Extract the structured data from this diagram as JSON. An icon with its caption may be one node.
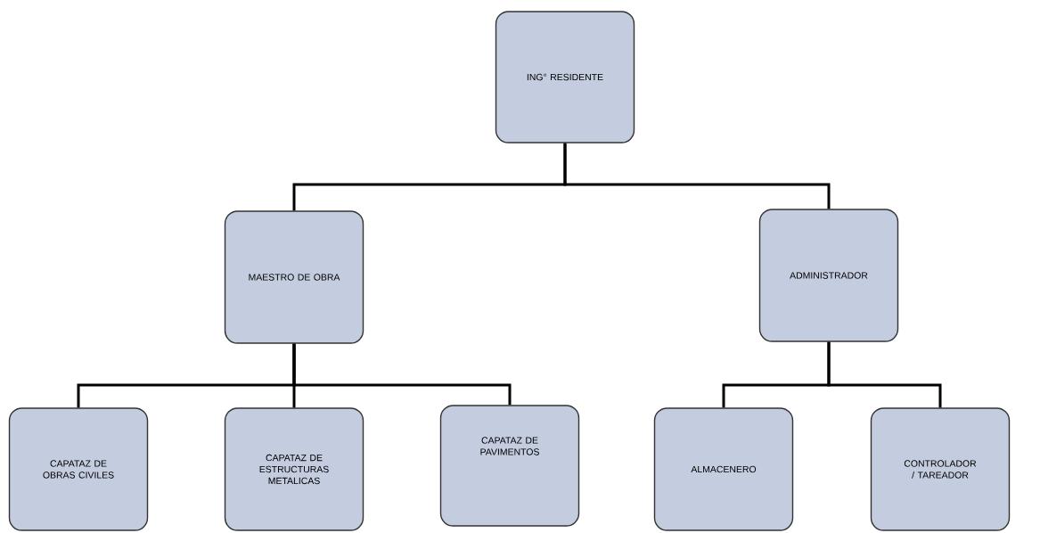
{
  "diagram": {
    "nodes": [
      {
        "text": [
          "ING° RESIDENTE"
        ]
      },
      {
        "text": [
          "MAESTRO DE OBRA"
        ]
      },
      {
        "text": [
          "ADMINISTRADOR"
        ]
      },
      {
        "text": [
          "CAPATAZ DE OBRAS CIVILES"
        ]
      },
      {
        "text": [
          "CAPATAZ DE ESTRUCTURAS METALICAS"
        ]
      },
      {
        "text": [
          "CAPATAZ DE PAVIMENTOS"
        ]
      },
      {
        "text": [
          "ALMACENERO"
        ]
      },
      {
        "text": [
          "CONTROLADOR / TAREADOR"
        ]
      }
    ],
    "edges": [
      {
        "from": 0,
        "to": 1,
        "arrow": "none"
      },
      {
        "from": 0,
        "to": 2,
        "arrow": "none"
      },
      {
        "from": 1,
        "to": 3,
        "arrow": "none"
      },
      {
        "from": 1,
        "to": 4,
        "arrow": "none"
      },
      {
        "from": 1,
        "to": 5,
        "arrow": "none"
      },
      {
        "from": 2,
        "to": 6,
        "arrow": "none"
      },
      {
        "from": 2,
        "to": 7,
        "arrow": "none"
      }
    ]
  }
}
